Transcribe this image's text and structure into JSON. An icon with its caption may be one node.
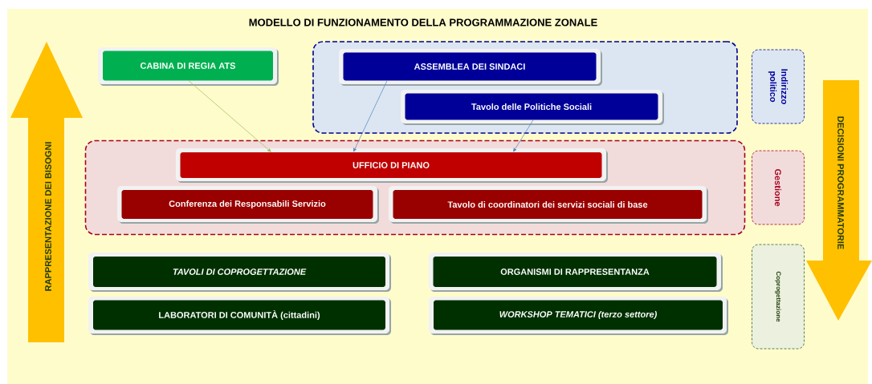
{
  "diagram": {
    "title": "MODELLO DI FUNZIONAMENTO DELLA PROGRAMMAZIONE ZONALE",
    "nodes": [
      {
        "text": [
          "RAPPRESENTAZIONE DEI BISOGNI"
        ]
      },
      {
        "text": [
          "CABINA DI REGIA ATS"
        ]
      },
      {
        "text": [],
        "shape": "box"
      },
      {
        "text": [
          "ASSEMBLEA DEI SINDACI"
        ],
        "in": 2
      },
      {
        "text": [
          "Tavolo delle Politiche Sociali"
        ],
        "in": 2
      },
      {
        "text": [
          "Indirizzo politico"
        ]
      },
      {
        "text": [
          "DECISIONI PROGRAMMATORIE"
        ]
      },
      {
        "text": [],
        "shape": "box"
      },
      {
        "text": [
          "UFFICIO DI PIANO"
        ],
        "in": 7
      },
      {
        "text": [
          "Conferenza dei Responsabili Servizio"
        ],
        "in": 7
      },
      {
        "text": [
          "Tavolo di coordinatori dei servizi sociali di base"
        ],
        "in": 7
      },
      {
        "text": [
          "Gestione"
        ]
      },
      {
        "text": [
          "TAVOLI DI COPROGETTAZIONE"
        ]
      },
      {
        "text": [
          "ORGANISMI DI RAPPRESENTANZA"
        ]
      },
      {
        "text": [
          "LABORATORI DI COMUNITÀ (cittadini)"
        ]
      },
      {
        "text": [
          "WORKSHOP TEMATICI (terzo settore)"
        ]
      },
      {
        "text": [
          "Coprogettazione"
        ]
      }
    ],
    "edges": [
      {
        "from": 1,
        "to": 8,
        "arrow": "to",
        "color": "#9bbb59"
      },
      {
        "from": 3,
        "to": 8,
        "arrow": "to"
      },
      {
        "from": 4,
        "to": 8,
        "arrow": "to"
      }
    ]
  }
}
